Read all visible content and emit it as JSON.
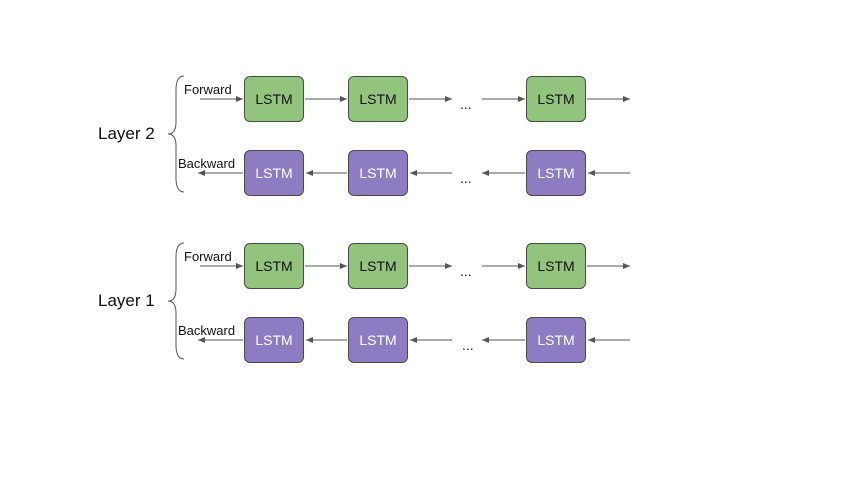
{
  "diagram": {
    "layers": [
      {
        "label": "Layer 2",
        "forward": {
          "label": "Forward",
          "cells": [
            "LSTM",
            "LSTM",
            "LSTM"
          ]
        },
        "backward": {
          "label": "Backward",
          "cells": [
            "LSTM",
            "LSTM",
            "LSTM"
          ]
        },
        "ellipsis": "..."
      },
      {
        "label": "Layer 1",
        "forward": {
          "label": "Forward",
          "cells": [
            "LSTM",
            "LSTM",
            "LSTM"
          ]
        },
        "backward": {
          "label": "Backward",
          "cells": [
            "LSTM",
            "LSTM",
            "LSTM"
          ]
        },
        "ellipsis": "..."
      }
    ],
    "colors": {
      "forward_cell": "#93c47d",
      "backward_cell": "#8e7cc3",
      "border": "#4a4a4a",
      "arrow": "#555555"
    }
  }
}
